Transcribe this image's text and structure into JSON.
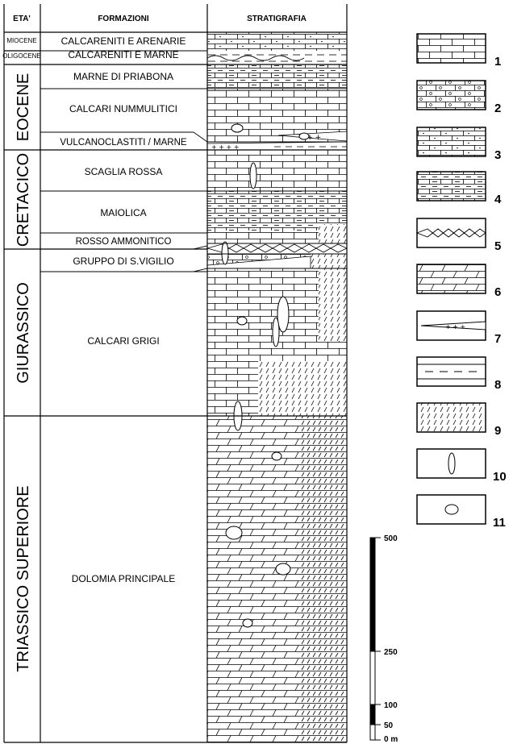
{
  "headers": {
    "age": "ETA'",
    "formations": "FORMAZIONI",
    "strat": "STRATIGRAFIA"
  },
  "epochs": {
    "miocene": "MIOCENE",
    "oligocene": "OLIGOCENE",
    "eocene": "EOCENE",
    "cretacico": "CRETACICO",
    "giurassico": "GIURASSICO",
    "triassico": "TRIASSICO SUPERIORE"
  },
  "formations": {
    "f1a": "CALCARENITI E ARENARIE",
    "f1b": "CALCARENITI E MARNE",
    "f2": "MARNE DI PRIABONA",
    "f3": "CALCARI NUMMULITICI",
    "f4": "VULCANOCLASTITI / MARNE",
    "f5": "SCAGLIA ROSSA",
    "f6": "MAIOLICA",
    "f7": "ROSSO AMMONITICO",
    "f8": "GRUPPO DI S.VIGILIO",
    "f9": "CALCARI GRIGI",
    "f10": "DOLOMIA PRINCIPALE"
  },
  "legend": [
    "1",
    "2",
    "3",
    "4",
    "5",
    "6",
    "7",
    "8",
    "9",
    "10",
    "11"
  ],
  "scale": {
    "s500": "500",
    "s250": "250",
    "s100": "100",
    "s50": "50",
    "s0": "0 m"
  }
}
